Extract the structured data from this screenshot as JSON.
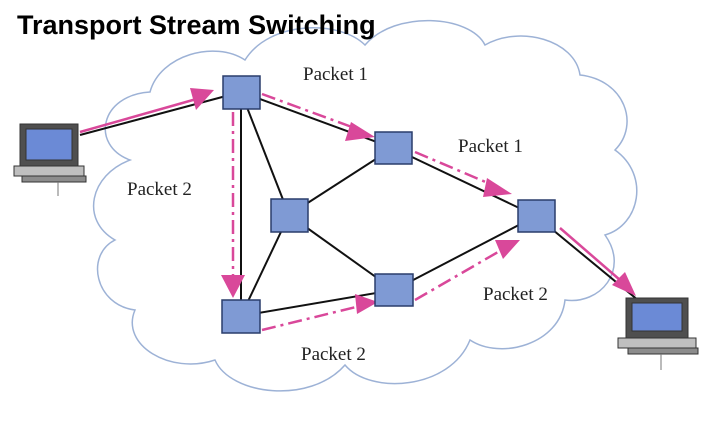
{
  "title": "Transport Stream Switching",
  "labels": {
    "p1_top": "Packet 1",
    "p1_right": "Packet 1",
    "p2_left": "Packet 2",
    "p2_bottom": "Packet 2",
    "p2_right": "Packet 2"
  },
  "colors": {
    "cloud_outline": "#9db2d6",
    "link": "#111111",
    "router_fill": "#7f9ad4",
    "router_stroke": "#2a3d6b",
    "packet_path": "#d9489a"
  },
  "icons": [
    "computer-icon",
    "router-icon",
    "arrow-icon"
  ]
}
